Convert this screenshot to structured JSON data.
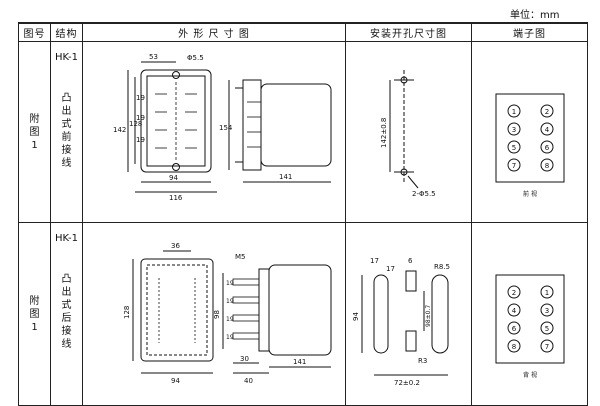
{
  "unit_label": "单位：mm",
  "headers": {
    "fig_no": "图号",
    "structure": "结构",
    "dimensions": "外 形 尺 寸 图",
    "mounting": "安装开孔尺寸图",
    "terminals": "端子图"
  },
  "rows": [
    {
      "fig_chars": [
        "附",
        "图",
        "1"
      ],
      "model": "HK-1",
      "struct_chars": [
        "凸",
        "出",
        "式",
        "前",
        "接",
        "线"
      ],
      "dims": {
        "front": [
          "53",
          "Φ5.5",
          "142",
          "128",
          "19",
          "19",
          "19",
          "94",
          "116"
        ],
        "side": [
          "154",
          "141"
        ]
      },
      "mount": [
        "142±0.8",
        "2-Φ5.5"
      ],
      "terminal_numbers": [
        "1",
        "2",
        "3",
        "4",
        "5",
        "6",
        "7",
        "8"
      ],
      "terminal_view": "前 视"
    },
    {
      "fig_chars": [
        "附",
        "图",
        "1"
      ],
      "model": "HK-1",
      "struct_chars": [
        "凸",
        "出",
        "式",
        "后",
        "接",
        "线"
      ],
      "dims": {
        "front": [
          "36",
          "128",
          "94"
        ],
        "side": [
          "M5",
          "98",
          "19",
          "19",
          "19",
          "19",
          "30",
          "40",
          "141"
        ]
      },
      "mount": [
        "17",
        "17",
        "6",
        "R8.5",
        "94",
        "98±0.7",
        "R3",
        "72±0.2"
      ],
      "terminal_numbers": [
        "2",
        "1",
        "4",
        "3",
        "6",
        "5",
        "8",
        "7"
      ],
      "terminal_view": "背 视"
    }
  ]
}
